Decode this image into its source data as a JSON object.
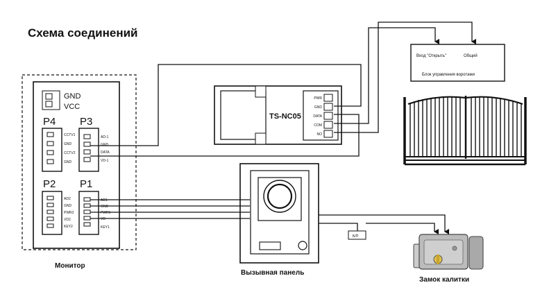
{
  "title": "Схема соединений",
  "monitor": {
    "caption": "Монитор",
    "power_labels": [
      "GND",
      "VCC"
    ],
    "ports": {
      "p4": {
        "name": "P4",
        "pins": [
          "CCTV1",
          "GND",
          "CCTV2",
          "GND"
        ]
      },
      "p3": {
        "name": "P3",
        "pins": [
          "AD-1",
          "GND",
          "DATA",
          "VD-1"
        ]
      },
      "p2": {
        "name": "P2",
        "pins": [
          "AD2",
          "GND",
          "PWR2",
          "VD2",
          "KEY2"
        ]
      },
      "p1": {
        "name": "P1",
        "pins": [
          "AD1",
          "GND",
          "PWR1",
          "VD",
          "KEY1"
        ]
      }
    }
  },
  "module": {
    "name": "TS-NC05",
    "pins": [
      "PWR",
      "GND",
      "DATA",
      "COM",
      "NO"
    ]
  },
  "gate_control": {
    "open_input": "Вход \"Открыть\"",
    "common": "Общий",
    "caption": "Блок управления воротами"
  },
  "panel": {
    "caption": "Вызывная панель"
  },
  "power_supply": {
    "label": "Б/П"
  },
  "lock": {
    "caption": "Замок калитки"
  }
}
